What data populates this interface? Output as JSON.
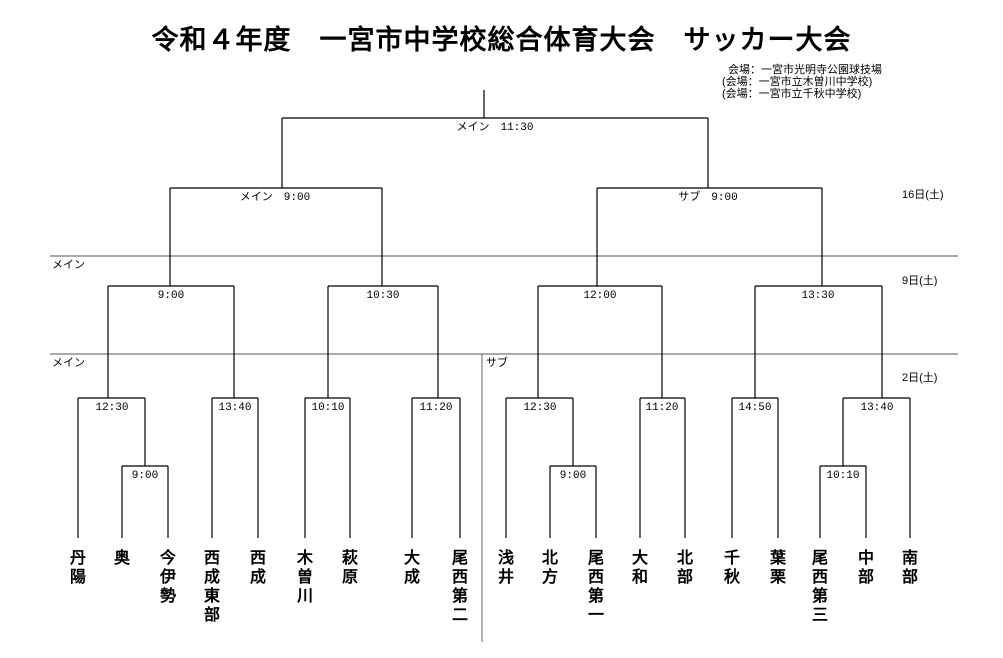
{
  "title": "令和４年度　一宮市中学校総合体育大会　サッカー大会",
  "venues": [
    "会場：一宮市光明寺公園球技場",
    "(会場：一宮市立木曽川中学校)",
    "(会場：一宮市立千秋中学校)"
  ],
  "dates": [
    "16日(土)",
    "9日(土)",
    "2日(土)"
  ],
  "section_labels": [
    "メイン",
    "メイン",
    "サブ"
  ],
  "match_labels": {
    "final": "メイン　11:30",
    "semi_left": "メイン　9:00",
    "semi_right": "サブ　9:00",
    "qf1": "9:00",
    "qf2": "10:30",
    "qf3": "12:00",
    "qf4": "13:30",
    "r1_1": "12:30",
    "r1_2": "13:40",
    "r1_3": "10:10",
    "r1_4": "11:20",
    "r1_5": "12:30",
    "r1_6": "11:20",
    "r1_7": "14:50",
    "r1_8": "13:40",
    "p1": "9:00",
    "p2": "9:00",
    "p3": "10:10"
  },
  "teams": [
    "丹陽",
    "奥",
    "今伊勢",
    "西成東部",
    "西成",
    "木曽川",
    "萩原",
    "大成",
    "尾西第二",
    "浅井",
    "北方",
    "尾西第一",
    "大和",
    "北部",
    "千秋",
    "葉栗",
    "尾西第三",
    "中部",
    "南部"
  ]
}
